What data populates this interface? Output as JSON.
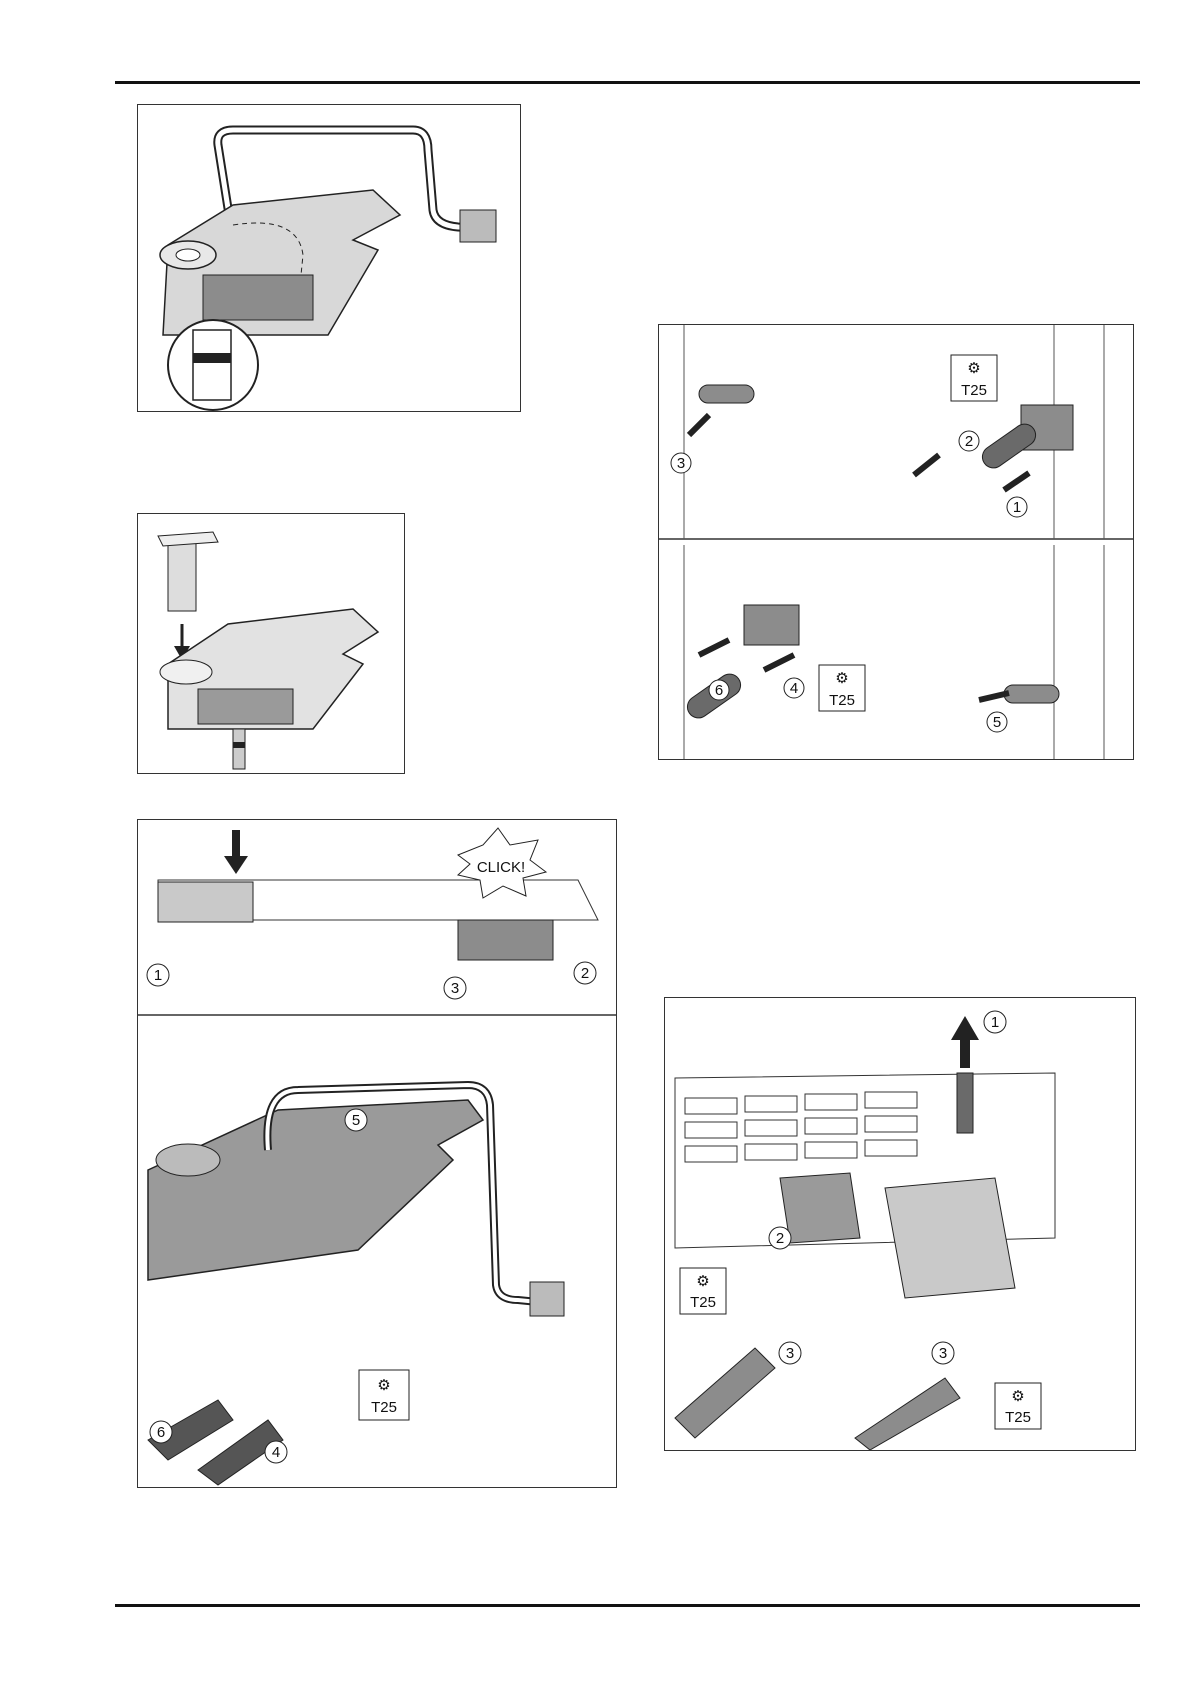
{
  "page": {
    "colors": {
      "ink": "#111111",
      "part": "#8c8c8c",
      "part_dark": "#6a6a6a",
      "part_light": "#c9c9c9"
    }
  },
  "fig3": {
    "steps": [
      "1",
      "2",
      "3"
    ],
    "tool": "T25",
    "icon": "torx-bit-icon"
  },
  "fig4": {
    "callout": "CLICK!",
    "steps": [
      "1",
      "2",
      "3",
      "4",
      "5",
      "6"
    ],
    "tool": "T25",
    "icon": "torx-bit-icon"
  },
  "fig5": {
    "steps": [
      "1",
      "2",
      "3",
      "3"
    ],
    "tool_left": "T25",
    "tool_right": "T25",
    "icon": "torx-bit-icon"
  }
}
